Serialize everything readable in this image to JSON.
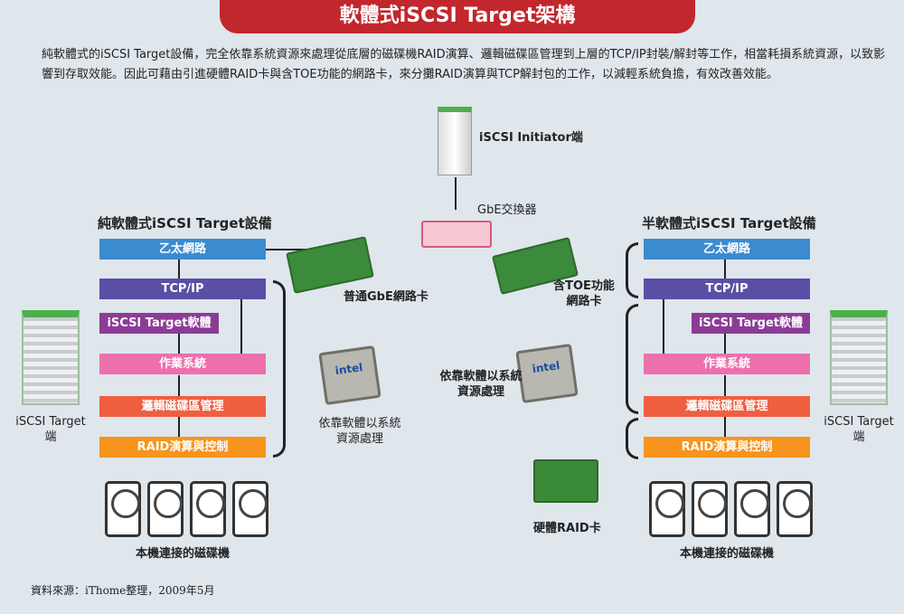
{
  "title": "軟體式iSCSI Target架構",
  "intro": "純軟體式的iSCSI Target設備，完全依靠系統資源來處理從底層的磁碟機RAID演算、邏輯磁碟區管理到上層的TCP/IP封裝/解封等工作，相當耗損系統資源，以致影響到存取效能。因此可藉由引進硬體RAID卡與含TOE功能的網路卡，來分攤RAID演算與TCP解封包的工作，以減輕系統負擔，有效改善效能。",
  "initiator": "iSCSI Initiator端",
  "switch": "GbE交換器",
  "left": {
    "heading": "純軟體式iSCSI Target設備",
    "layers": [
      "乙太網路",
      "TCP/IP",
      "iSCSI Target軟體",
      "作業系統",
      "邏輯磁碟區管理",
      "RAID演算與控制"
    ],
    "nic": "普通GbE網路卡",
    "cpu_note": "依靠軟體以系統資源處理",
    "disks": "本機連接的磁碟機",
    "target": "iSCSI Target端"
  },
  "right": {
    "heading": "半軟體式iSCSI Target設備",
    "layers": [
      "乙太網路",
      "TCP/IP",
      "iSCSI Target軟體",
      "作業系統",
      "邏輯磁碟區管理",
      "RAID演算與控制"
    ],
    "nic": "含TOE功能網路卡",
    "cpu_note": "依靠軟體以系統資源處理",
    "raid_card": "硬體RAID卡",
    "disks": "本機連接的磁碟機",
    "target": "iSCSI Target端"
  },
  "cpu_brand": "intel",
  "source": "資料來源：iThome整理，2009年5月"
}
